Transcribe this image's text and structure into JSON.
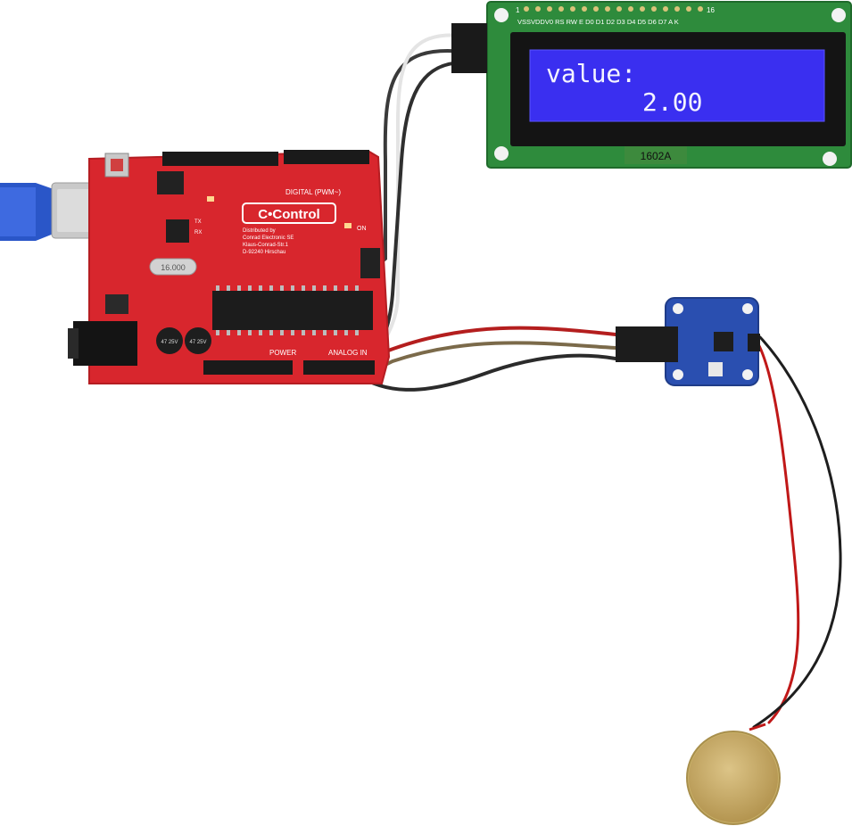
{
  "lcd": {
    "pin_header": "VSSVDDV0 RS RW E D0 D1 D2 D3 D4 D5 D6 D7 A K",
    "pin_first": "1",
    "pin_last": "16",
    "line1": "value:",
    "line2": "2.00",
    "model": "1602A",
    "backlight_color": "#3a2ff0",
    "pcb_color": "#2e8b3c"
  },
  "arduino": {
    "brand": "C•Control",
    "distributor_line1": "Distributed by",
    "distributor_line2": "Conrad Electronic SE",
    "distributor_line3": "Klaus-Conrad-Str.1",
    "distributor_line4": "D-92240 Hirschau",
    "digital_label": "DIGITAL (PWM~)",
    "power_label": "POWER",
    "analog_label": "ANALOG IN",
    "on_label": "ON",
    "tx_label": "TX",
    "rx_label": "RX",
    "crystal_label": "16.000",
    "cap1_label": "47 25V",
    "cap2_label": "47 25V",
    "pcb_color": "#d8262d"
  },
  "sensor": {
    "pcb_color": "#2a4fb0"
  },
  "piezo": {
    "color": "#c9b068"
  }
}
